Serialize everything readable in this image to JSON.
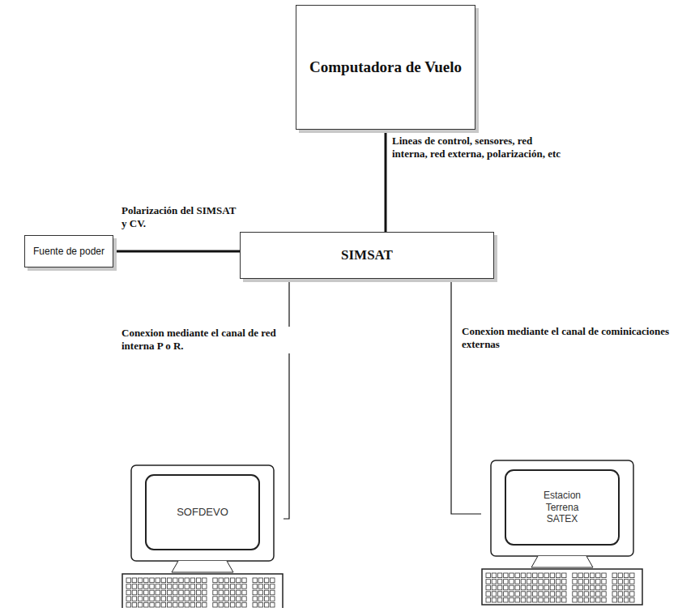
{
  "diagram": {
    "nodes": [
      {
        "text": [
          "Computadora de Vuelo"
        ]
      },
      {
        "text": [
          "Fuente de poder"
        ]
      },
      {
        "text": [
          "SIMSAT"
        ]
      },
      {
        "text": [
          "SOFDEVO"
        ]
      },
      {
        "text": [
          "Estacion Terrena SATEX"
        ]
      }
    ],
    "edges": [
      {
        "from": 0,
        "to": 2,
        "arrow": "none",
        "label": "Lineas de control, sensores, red interna, red externa, polarización, etc"
      },
      {
        "from": 1,
        "to": 2,
        "arrow": "none",
        "label": "Polarización del SIMSAT y CV."
      },
      {
        "from": 2,
        "to": 3,
        "arrow": "none",
        "label": "Conexion mediante el canal de red interna P o R."
      },
      {
        "from": 2,
        "to": 4,
        "arrow": "none",
        "label": "Conexion mediante el canal de cominicaciones externas"
      }
    ]
  }
}
